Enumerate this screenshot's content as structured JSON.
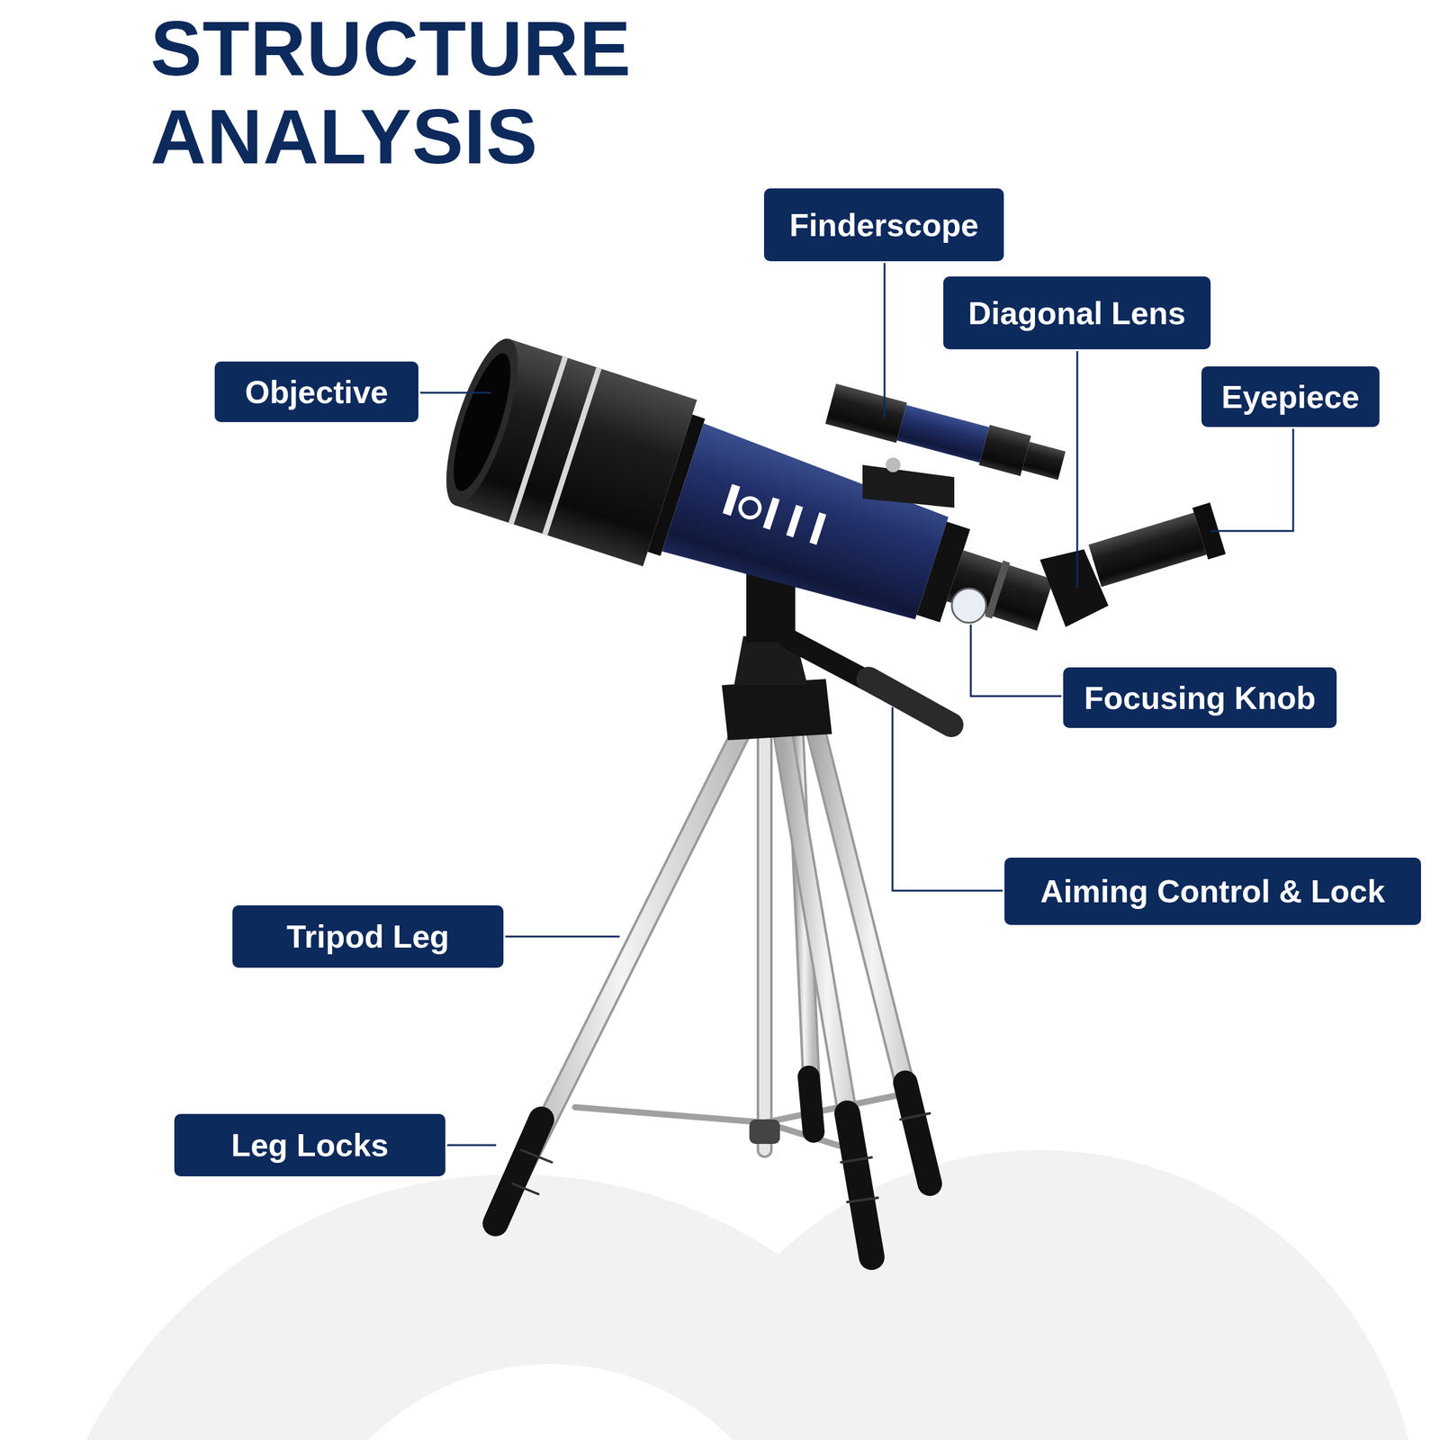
{
  "diagram": {
    "title": "STRUCTURE ANALYSIS",
    "nodes": [
      {
        "text": [
          "Finderscope"
        ]
      },
      {
        "text": [
          "Diagonal Lens"
        ]
      },
      {
        "text": [
          "Objective"
        ]
      },
      {
        "text": [
          "Eyepiece"
        ]
      },
      {
        "text": [
          "Focusing Knob"
        ]
      },
      {
        "text": [
          "Aiming Control & Lock"
        ]
      },
      {
        "text": [
          "Tripod Leg"
        ]
      },
      {
        "text": [
          "Leg Locks"
        ]
      }
    ]
  }
}
